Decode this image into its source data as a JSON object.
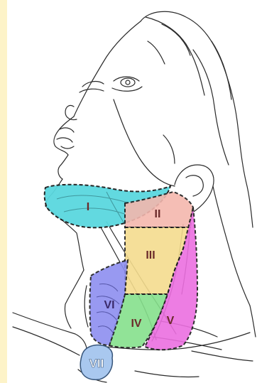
{
  "diagram": {
    "background_color": "#fdf3c8",
    "levels": [
      {
        "id": "I",
        "label": "I",
        "color": "#5ad8df"
      },
      {
        "id": "II",
        "label": "II",
        "color": "#f4b7ae"
      },
      {
        "id": "III",
        "label": "III",
        "color": "#f4dc8e"
      },
      {
        "id": "IV",
        "label": "IV",
        "color": "#86e08c"
      },
      {
        "id": "V",
        "label": "V",
        "color": "#ec6fe0"
      },
      {
        "id": "VI",
        "label": "VI",
        "color": "#8d8ff0"
      },
      {
        "id": "VII",
        "label": "VII",
        "color": "#a9c8ef"
      }
    ]
  }
}
